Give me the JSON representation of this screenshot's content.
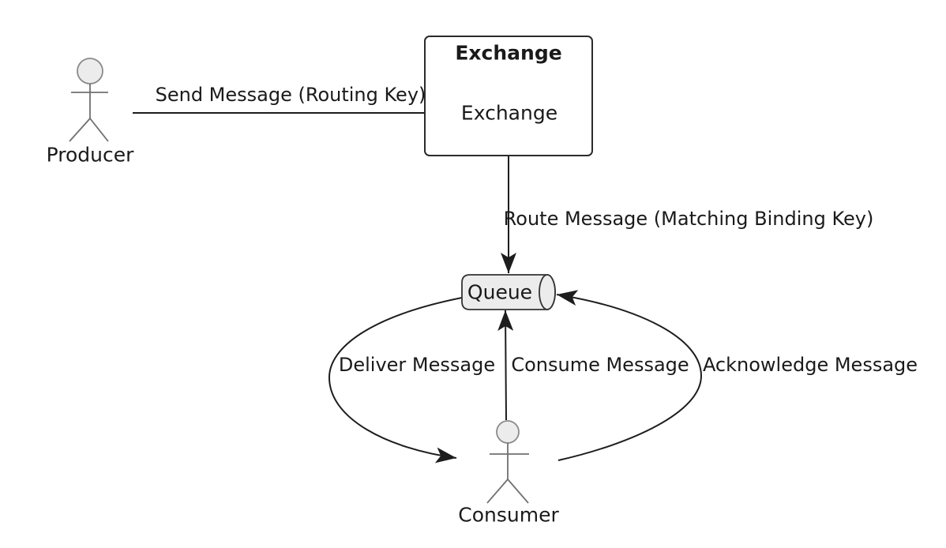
{
  "diagram": {
    "type": "flow-diagram",
    "nodes": {
      "producer": {
        "label": "Producer",
        "shape": "actor"
      },
      "exchange_group": {
        "title": "Exchange",
        "shape": "rounded-box"
      },
      "exchange": {
        "label": "Exchange",
        "shape": "text"
      },
      "queue": {
        "label": "Queue",
        "shape": "horizontal-cylinder"
      },
      "consumer": {
        "label": "Consumer",
        "shape": "actor"
      }
    },
    "edges": {
      "send": {
        "label": "Send Message (Routing Key)",
        "from": "Producer",
        "to": "Exchange"
      },
      "route": {
        "label": "Route Message (Matching Binding Key)",
        "from": "Exchange",
        "to": "Queue"
      },
      "deliver": {
        "label": "Deliver Message",
        "from": "Queue",
        "to": "Consumer"
      },
      "consume": {
        "label": "Consume Message",
        "from": "Consumer",
        "to": "Queue"
      },
      "acknowledge": {
        "label": "Acknowledge Message",
        "from": "Consumer",
        "to": "Queue"
      }
    },
    "colors": {
      "background": "#ffffff",
      "edge_stroke": "#1d1d1d",
      "text": "#1a1a1a",
      "actor_stroke": "#707070",
      "node_fill": "#ececec",
      "cylinder_stroke": "#333333",
      "box_stroke": "#2b2b2b"
    }
  }
}
